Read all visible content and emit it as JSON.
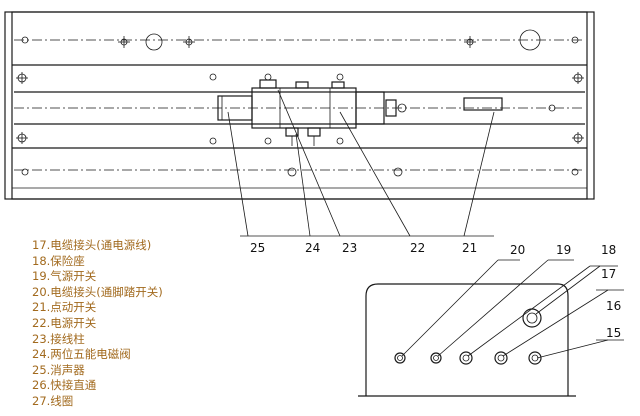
{
  "legend": {
    "items": [
      "17.电缆接头(通电源线)",
      "18.保险座",
      "19.气源开关",
      "20.电缆接头(通脚踏开关)",
      "21.点动开关",
      "22.电源开关",
      "23.接线柱",
      "24.两位五能电磁阀",
      "25.消声器",
      "26.快接直通",
      "27.线圈"
    ]
  },
  "callouts": {
    "top": [
      "25",
      "24",
      "23",
      "22",
      "21"
    ],
    "panel": [
      "20",
      "19",
      "18",
      "17",
      "16",
      "15"
    ]
  }
}
